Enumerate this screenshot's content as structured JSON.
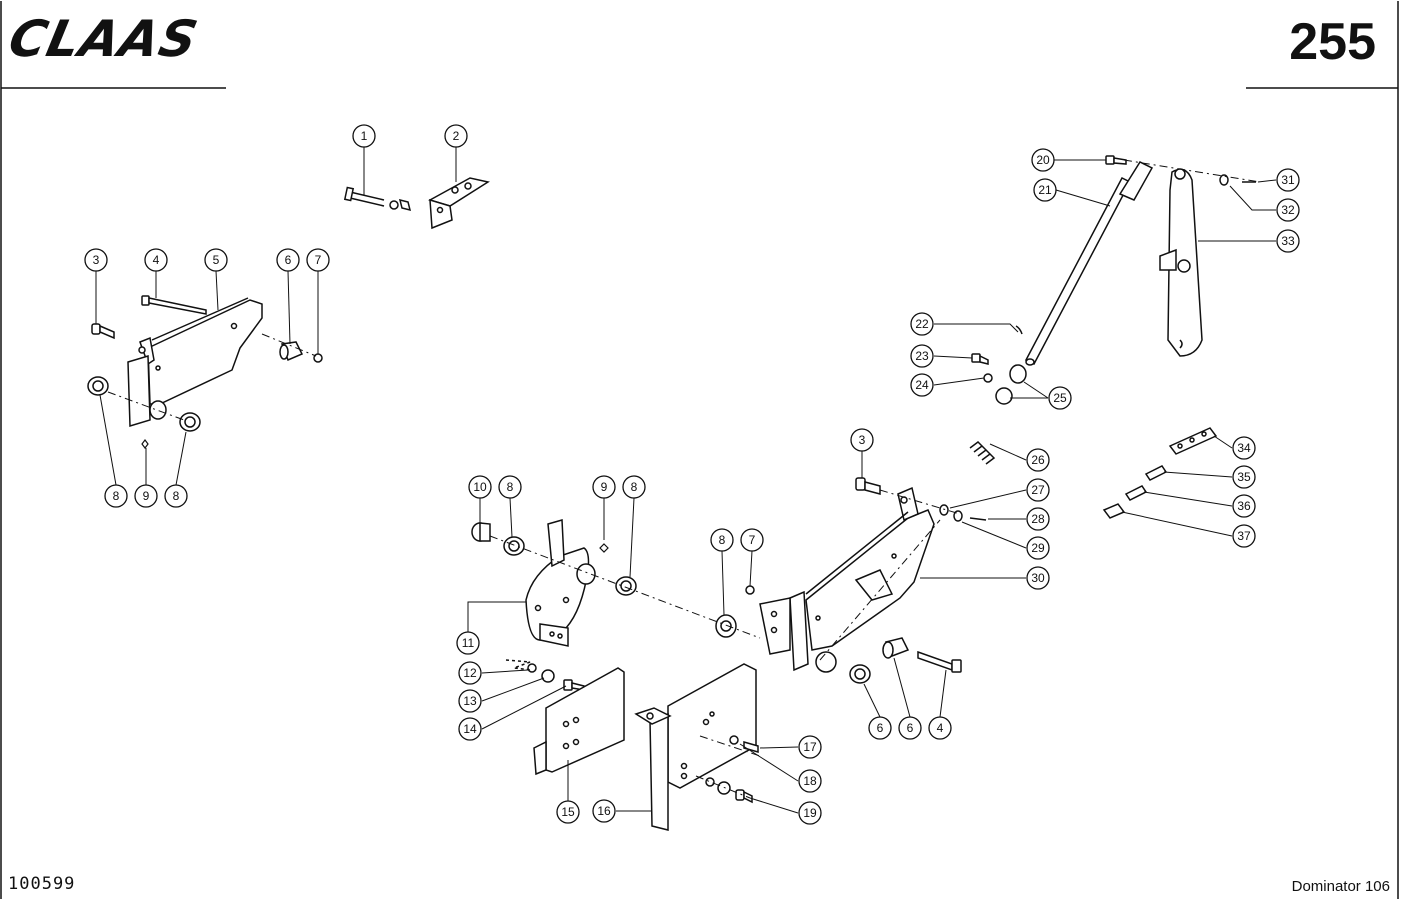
{
  "header": {
    "brand": "CLAAS",
    "page_number": "255"
  },
  "footer": {
    "document_id": "100599",
    "model": "Dominator 106"
  },
  "callouts": [
    {
      "id": "c1",
      "label": "1"
    },
    {
      "id": "c2",
      "label": "2"
    },
    {
      "id": "c3a",
      "label": "3"
    },
    {
      "id": "c4a",
      "label": "4"
    },
    {
      "id": "c5",
      "label": "5"
    },
    {
      "id": "c6a",
      "label": "6"
    },
    {
      "id": "c7a",
      "label": "7"
    },
    {
      "id": "c8a",
      "label": "8"
    },
    {
      "id": "c9a",
      "label": "9"
    },
    {
      "id": "c8b",
      "label": "8"
    },
    {
      "id": "c10",
      "label": "10"
    },
    {
      "id": "c8c",
      "label": "8"
    },
    {
      "id": "c9b",
      "label": "9"
    },
    {
      "id": "c8d",
      "label": "8"
    },
    {
      "id": "c11",
      "label": "11"
    },
    {
      "id": "c12",
      "label": "12"
    },
    {
      "id": "c13",
      "label": "13"
    },
    {
      "id": "c14",
      "label": "14"
    },
    {
      "id": "c15",
      "label": "15"
    },
    {
      "id": "c16",
      "label": "16"
    },
    {
      "id": "c8e",
      "label": "8"
    },
    {
      "id": "c7b",
      "label": "7"
    },
    {
      "id": "c17",
      "label": "17"
    },
    {
      "id": "c18",
      "label": "18"
    },
    {
      "id": "c19",
      "label": "19"
    },
    {
      "id": "c6b",
      "label": "6"
    },
    {
      "id": "c6c",
      "label": "6"
    },
    {
      "id": "c4b",
      "label": "4"
    },
    {
      "id": "c3b",
      "label": "3"
    },
    {
      "id": "c20",
      "label": "20"
    },
    {
      "id": "c21",
      "label": "21"
    },
    {
      "id": "c22",
      "label": "22"
    },
    {
      "id": "c23",
      "label": "23"
    },
    {
      "id": "c24",
      "label": "24"
    },
    {
      "id": "c25",
      "label": "25"
    },
    {
      "id": "c26",
      "label": "26"
    },
    {
      "id": "c27",
      "label": "27"
    },
    {
      "id": "c28",
      "label": "28"
    },
    {
      "id": "c29",
      "label": "29"
    },
    {
      "id": "c30",
      "label": "30"
    },
    {
      "id": "c31",
      "label": "31"
    },
    {
      "id": "c32",
      "label": "32"
    },
    {
      "id": "c33",
      "label": "33"
    },
    {
      "id": "c34",
      "label": "34"
    },
    {
      "id": "c35",
      "label": "35"
    },
    {
      "id": "c36",
      "label": "36"
    },
    {
      "id": "c37",
      "label": "37"
    }
  ]
}
